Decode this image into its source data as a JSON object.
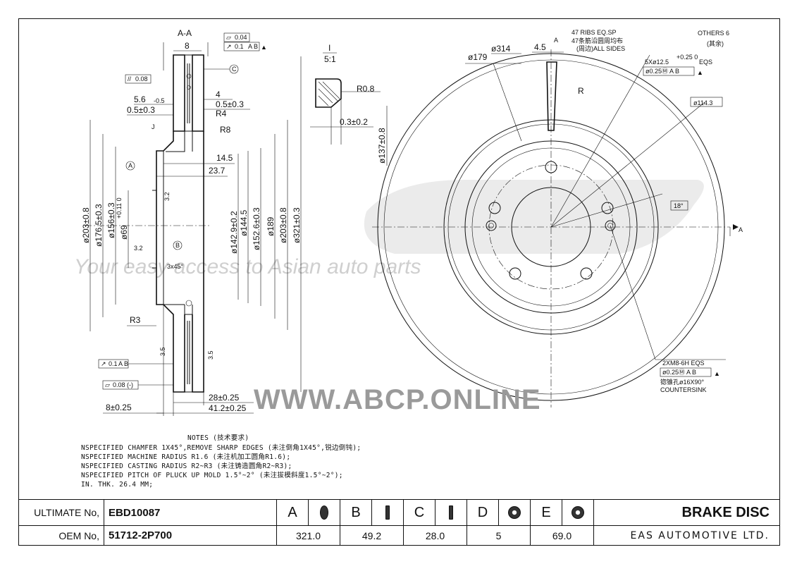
{
  "watermark": {
    "slogan": "Your easy access to Asian auto parts",
    "url": "WWW.ABCP.ONLINE"
  },
  "section_view": {
    "title": "A-A",
    "flatness_tol": "0.04",
    "parallel_tol": "0.08",
    "runout_tol_top": "0.1",
    "runout_datum_top": "A B",
    "datum_c": "C",
    "datum_a": "A",
    "datum_b": "B",
    "dims_top": {
      "width_8": "8",
      "depth_5_6": "5.6",
      "depth_5_6_tol": "-0.5",
      "d05_left": "0.5±0.3",
      "d4": "4",
      "d05_right": "0.5±0.3",
      "r4": "R4",
      "r8": "R8",
      "d14_5": "14.5",
      "d23_7": "23.7",
      "j_label": "J"
    },
    "dims_vertical": {
      "d203_left": "ø203±0.8",
      "d176_5": "ø176.5±0.3",
      "d156": "ø156±0.3",
      "d69": "ø69",
      "d69_tol": "+0.11 0",
      "d142_9": "ø142.9±0.2",
      "d144_5": "ø144.5",
      "d152_6": "ø152.6±0.3",
      "d189": "ø189",
      "d203_right": "ø203±0.8",
      "d321": "ø321±0.3"
    },
    "misc": {
      "r3": "R3",
      "chamfer": "3x45°",
      "rough_3_2a": "3.2",
      "rough_3_2b": "3.2",
      "rough_3_5a": "3.5",
      "rough_3_5b": "3.5",
      "runout_bottom": "0.1",
      "runout_bottom_datum": "A B",
      "flat_bottom": "0.08 (-)"
    },
    "dims_bottom": {
      "d28": "28±0.25",
      "d41_2": "41.2±0.25",
      "d8": "8±0.25"
    }
  },
  "detail_view": {
    "label": "I",
    "scale": "5:1",
    "r0_8": "R0.8",
    "d0_3": "0.3±0.2",
    "d137": "ø137±0.8"
  },
  "front_view": {
    "d179": "ø179",
    "d314": "ø314",
    "d4_5": "4.5",
    "datum_a": "A",
    "ribs_en": "47 RIBS EQ.SP",
    "ribs_cn": "47条筋沿圆周均布",
    "all_sides": "(周边)ALL SIDES",
    "others": "OTHERS 6",
    "others_cn": "(其余)",
    "holes": "5Xø12.5",
    "holes_tol": "+0.25 0",
    "holes_eqs": "EQS",
    "holes_pos": "ø0.25Ⓜ A B",
    "r_label": "R",
    "d114_3": "ø114.3",
    "angle": "18°",
    "section_a": "A",
    "thread": "2XM8-6H EQS",
    "thread_pos": "ø0.25Ⓜ A B",
    "countersink_cn": "锪锥孔ø16X90°",
    "countersink": "COUNTERSINK"
  },
  "notes": {
    "title": "NOTES (技术要求)",
    "lines": [
      "NSPECIFIED CHAMFER 1X45°,REMOVE SHARP EDGES (未注倒角1X45°,锐边倒钝);",
      "NSPECIFIED MACHINE RADIUS R1.6 (未注机加工圆角R1.6);",
      "NSPECIFIED CASTING RADIUS R2~R3 (未注铸造圆角R2~R3);",
      "NSPECIFIED PITCH OF PLUCK UP MOLD 1.5°~2° (未注拔模斜度1.5°~2°);",
      "IN. THK. 26.4 MM;"
    ]
  },
  "title_block": {
    "ultimate_label": "ULTIMATE No,",
    "ultimate_value": "EBD10087",
    "oem_label": "OEM No,",
    "oem_value": "51712-2P700",
    "letters": [
      "A",
      "B",
      "C",
      "D",
      "E"
    ],
    "values": [
      "321.0",
      "49.2",
      "28.0",
      "5",
      "69.0"
    ],
    "title": "BRAKE DISC",
    "company": "EAS AUTOMOTIVE LTD."
  }
}
